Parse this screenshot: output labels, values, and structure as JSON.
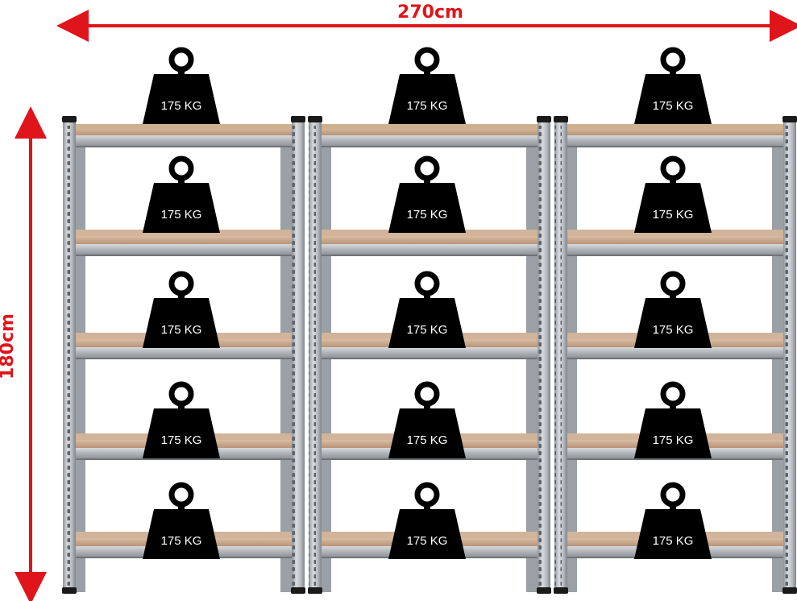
{
  "dimensions": {
    "width_label": "270cm",
    "height_label": "180cm"
  },
  "load_label": "175 KG",
  "units": [
    {
      "shelves": 5
    },
    {
      "shelves": 5
    },
    {
      "shelves": 5
    }
  ],
  "colors": {
    "dimension_arrow": "#e0141b",
    "weight_icon": "#000000",
    "weight_text": "#ffffff",
    "frame_steel": "#b8bcc1",
    "shelf_board": "#c9a88a"
  },
  "icons": [
    "weight-icon",
    "dimension-arrow-icon"
  ]
}
